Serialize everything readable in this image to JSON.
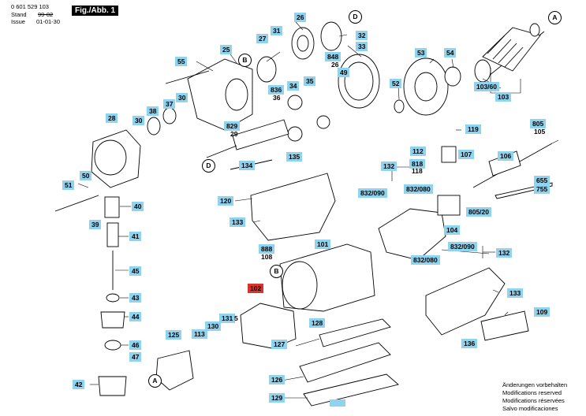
{
  "header": {
    "part_no": "0 601 529 103",
    "stand_label": "Stand",
    "stand_value": "99-02",
    "issue_label": "Issue",
    "issue_value": "01-01-30",
    "figure_title": "Fig./Abb. 1"
  },
  "callouts": {
    "p26": "26",
    "p31": "31",
    "p27": "27",
    "p32": "32",
    "p55": "55",
    "p25": "25",
    "p33": "33",
    "p848": "848",
    "p848b": "26",
    "p49": "49",
    "p35": "35",
    "p34": "34",
    "p836": "836",
    "p836b": "36",
    "p38": "38",
    "p37": "37",
    "p30a": "30",
    "p30b": "30",
    "p28": "28",
    "p829": "829",
    "p829b": "29",
    "p53": "53",
    "p54": "54",
    "p52": "52",
    "p103_60": "103/60",
    "p103": "103",
    "p50": "50",
    "p51": "51",
    "p134": "134",
    "p135": "135",
    "p119": "119",
    "p805": "805",
    "p805b": "105",
    "p112": "112",
    "p107": "107",
    "p106": "106",
    "p818": "818",
    "p818b": "118",
    "p132a": "132",
    "p832_090a": "832/090",
    "p832_080a": "832/080",
    "p655": "655",
    "p755": "755",
    "p120": "120",
    "p133a": "133",
    "p805_20": "805/20",
    "p40": "40",
    "p39": "39",
    "p41": "41",
    "p104": "104",
    "p888": "888",
    "p888b": "108",
    "p101": "101",
    "p832_090b": "832/090",
    "p832_080b": "832/080",
    "p132b": "132",
    "p45": "45",
    "p102": "102",
    "p133b": "133",
    "p43": "43",
    "p44": "44",
    "p109": "109",
    "p131": "131",
    "p131b": "5",
    "p125": "125",
    "p113": "113",
    "p130": "130",
    "p128": "128",
    "p46": "46",
    "p127": "127",
    "p136": "136",
    "p47": "47",
    "p42": "42",
    "p126": "126",
    "p129": "129"
  },
  "refs": {
    "A": "A",
    "B": "B",
    "D": "D"
  },
  "notes": {
    "de": "Änderungen vorbehalten",
    "en": "Modifications reserved",
    "fr": "Modifications réservées",
    "es": "Salvo modificaciones"
  },
  "colors": {
    "label_bg": "#8fd3ef",
    "highlight": "#d9342b"
  }
}
